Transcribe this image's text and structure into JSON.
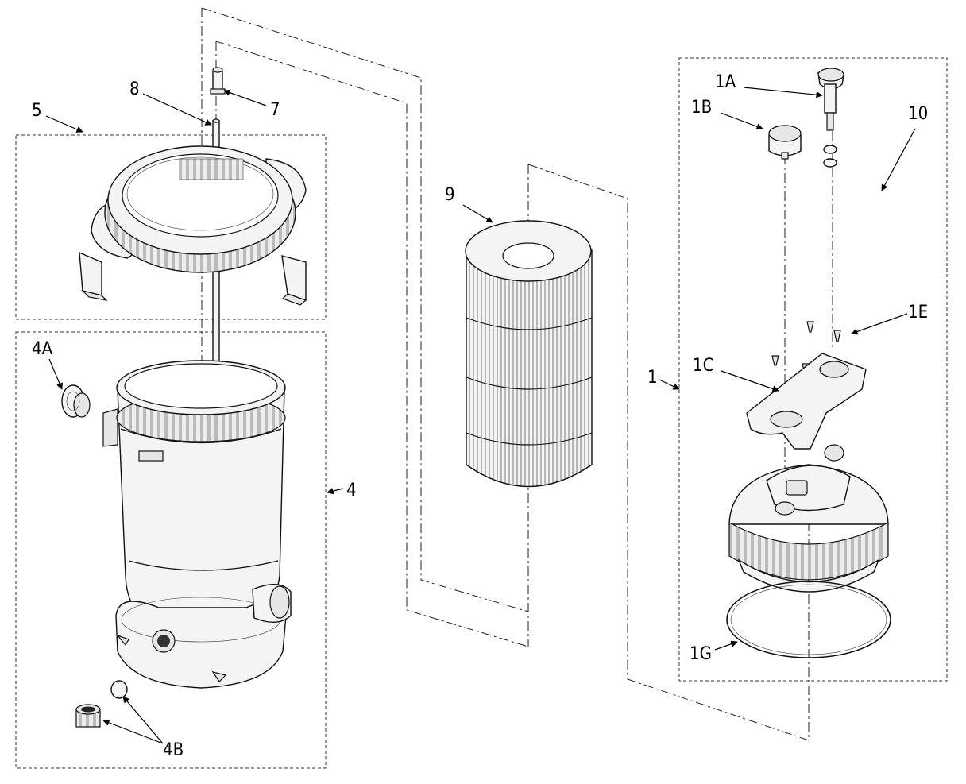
{
  "callouts": {
    "c_1": "1",
    "c_1a": "1A",
    "c_1b": "1B",
    "c_1c": "1C",
    "c_1e": "1E",
    "c_1g": "1G",
    "c_4": "4",
    "c_4a": "4A",
    "c_4b": "4B",
    "c_5": "5",
    "c_7": "7",
    "c_8": "8",
    "c_9": "9",
    "c_10": "10"
  }
}
